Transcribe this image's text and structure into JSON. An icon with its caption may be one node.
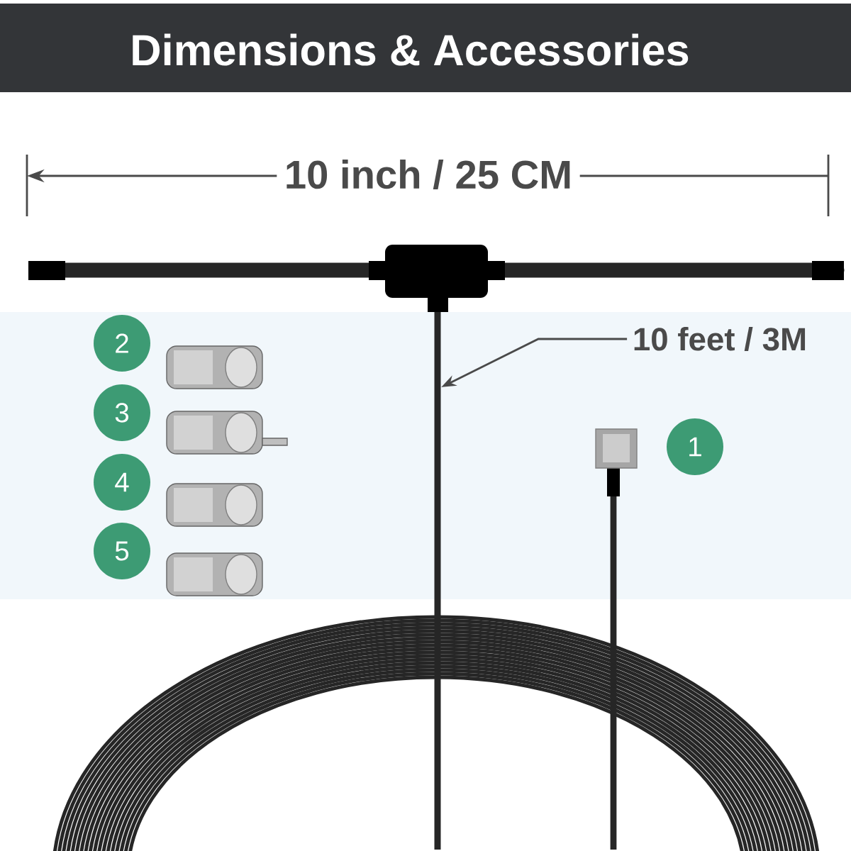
{
  "diagram": {
    "title": "Dimensions & Accessories",
    "nodes": [
      {
        "text": [
          "10 feet / 3M"
        ]
      },
      {
        "text": [
          "2"
        ]
      },
      {
        "text": [
          "3"
        ]
      },
      {
        "text": [
          "4"
        ]
      },
      {
        "text": [
          "5"
        ]
      },
      {
        "text": [
          "1"
        ]
      },
      {
        "text": [],
        "shape": "bar"
      }
    ],
    "edges": [
      {
        "from": 0,
        "to": 6,
        "arrow": "to"
      }
    ],
    "labels": [
      "10 inch / 25 CM"
    ]
  }
}
